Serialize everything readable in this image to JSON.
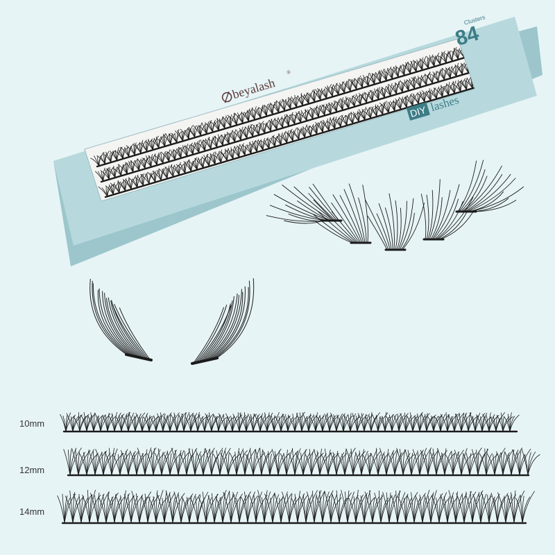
{
  "product": {
    "brand": "beyalash",
    "registered_mark": "®",
    "cluster_count": "84",
    "cluster_word": "Clusters",
    "diy_badge": "DIY",
    "diy_word": "lashes"
  },
  "strips": [
    {
      "label": "10mm"
    },
    {
      "label": "12mm"
    },
    {
      "label": "14mm"
    }
  ],
  "colors": {
    "background": "#e7f4f6",
    "box_top": "#b6d8dc",
    "box_side": "#9ec6cc",
    "accent_teal": "#3d7d86",
    "lash": "#1b1b1b"
  }
}
